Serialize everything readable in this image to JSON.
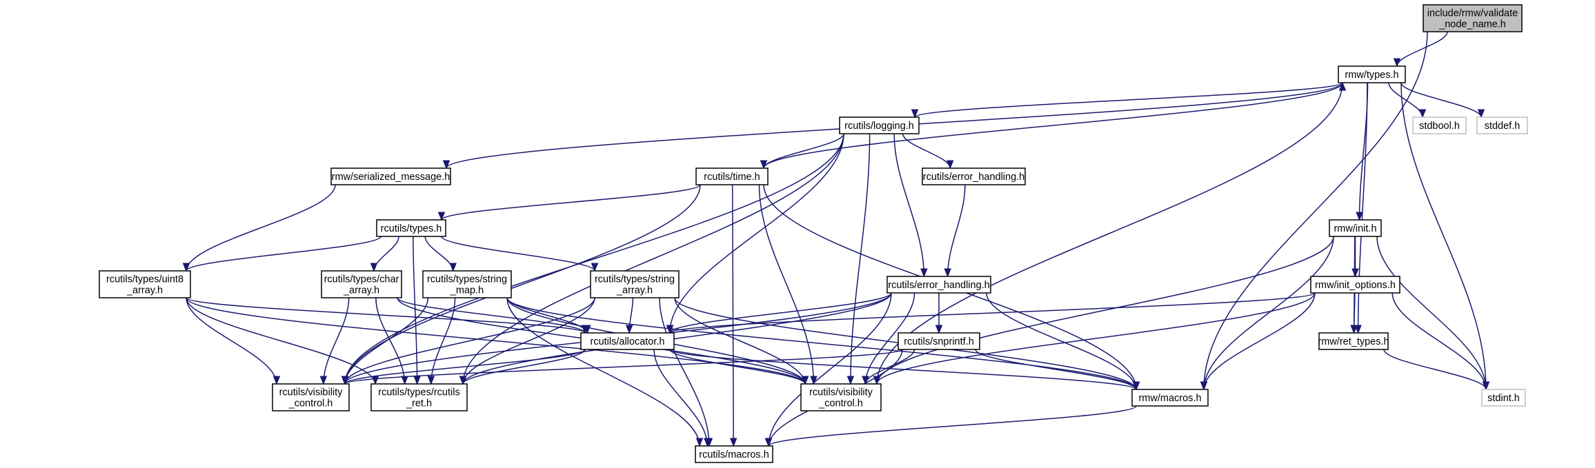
{
  "graph": {
    "nodes": [
      {
        "id": "root",
        "lines": [
          "include/rmw/validate",
          "_node_name.h"
        ],
        "kind": "root"
      },
      {
        "id": "rmw_types",
        "lines": [
          "rmw/types.h"
        ]
      },
      {
        "id": "rcutils_logging",
        "lines": [
          "rcutils/logging.h"
        ]
      },
      {
        "id": "stdbool",
        "lines": [
          "stdbool.h"
        ],
        "kind": "ext"
      },
      {
        "id": "stddef",
        "lines": [
          "stddef.h"
        ],
        "kind": "ext"
      },
      {
        "id": "rmw_serialized",
        "lines": [
          "rmw/serialized_message.h"
        ]
      },
      {
        "id": "rcutils_time",
        "lines": [
          "rcutils/time.h"
        ]
      },
      {
        "id": "rcutils_error_handling_a",
        "lines": [
          "rcutils/error_handling.h"
        ]
      },
      {
        "id": "rcutils_types",
        "lines": [
          "rcutils/types.h"
        ]
      },
      {
        "id": "rmw_init",
        "lines": [
          "rmw/init.h"
        ]
      },
      {
        "id": "uint8",
        "lines": [
          "rcutils/types/uint8",
          "_array.h"
        ]
      },
      {
        "id": "char_array",
        "lines": [
          "rcutils/types/char",
          "_array.h"
        ]
      },
      {
        "id": "string_map",
        "lines": [
          "rcutils/types/string",
          "_map.h"
        ]
      },
      {
        "id": "string_array",
        "lines": [
          "rcutils/types/string",
          "_array.h"
        ]
      },
      {
        "id": "rcutils_error_handling_b",
        "lines": [
          "rcutils/error_handling.h"
        ]
      },
      {
        "id": "rmw_init_options",
        "lines": [
          "rmw/init_options.h"
        ]
      },
      {
        "id": "allocator",
        "lines": [
          "rcutils/allocator.h"
        ]
      },
      {
        "id": "snprintf",
        "lines": [
          "rcutils/snprintf.h"
        ]
      },
      {
        "id": "rmw_ret_types",
        "lines": [
          "rmw/ret_types.h"
        ]
      },
      {
        "id": "vis_a",
        "lines": [
          "rcutils/visibility",
          "_control.h"
        ]
      },
      {
        "id": "rcutils_ret",
        "lines": [
          "rcutils/types/rcutils",
          "_ret.h"
        ]
      },
      {
        "id": "vis_b",
        "lines": [
          "rcutils/visibility",
          "_control.h"
        ]
      },
      {
        "id": "rmw_macros",
        "lines": [
          "rmw/macros.h"
        ]
      },
      {
        "id": "stdint",
        "lines": [
          "stdint.h"
        ],
        "kind": "ext"
      },
      {
        "id": "rcutils_macros",
        "lines": [
          "rcutils/macros.h"
        ]
      }
    ],
    "edges": [
      [
        "root",
        "rmw_types"
      ],
      [
        "root",
        "rmw_macros"
      ],
      [
        "rmw_types",
        "rcutils_logging"
      ],
      [
        "rmw_types",
        "stdbool"
      ],
      [
        "rmw_types",
        "stddef"
      ],
      [
        "rmw_types",
        "rmw_serialized"
      ],
      [
        "rmw_types",
        "rmw_init"
      ],
      [
        "rmw_types",
        "rmw_ret_types"
      ],
      [
        "rmw_types",
        "stdint"
      ],
      [
        "rmw_types",
        "vis_b"
      ],
      [
        "rcutils_logging",
        "rcutils_time"
      ],
      [
        "rcutils_logging",
        "rcutils_error_handling_a"
      ],
      [
        "rcutils_logging",
        "rcutils_error_handling_b"
      ],
      [
        "rcutils_logging",
        "allocator"
      ],
      [
        "rcutils_logging",
        "vis_a"
      ],
      [
        "rcutils_logging",
        "vis_b"
      ],
      [
        "rcutils_logging",
        "rcutils_ret"
      ],
      [
        "rcutils_time",
        "rmw_types"
      ],
      [
        "rcutils_time",
        "rcutils_types"
      ],
      [
        "rcutils_time",
        "rmw_macros"
      ],
      [
        "rcutils_time",
        "vis_b"
      ],
      [
        "rcutils_time",
        "vis_a"
      ],
      [
        "rcutils_time",
        "rcutils_macros"
      ],
      [
        "rmw_serialized",
        "uint8"
      ],
      [
        "rcutils_error_handling_a",
        "rcutils_error_handling_b"
      ],
      [
        "rcutils_types",
        "uint8"
      ],
      [
        "rcutils_types",
        "char_array"
      ],
      [
        "rcutils_types",
        "string_map"
      ],
      [
        "rcutils_types",
        "string_array"
      ],
      [
        "rcutils_types",
        "rcutils_ret"
      ],
      [
        "uint8",
        "allocator"
      ],
      [
        "uint8",
        "vis_a"
      ],
      [
        "uint8",
        "rcutils_ret"
      ],
      [
        "uint8",
        "vis_b"
      ],
      [
        "char_array",
        "allocator"
      ],
      [
        "char_array",
        "vis_a"
      ],
      [
        "char_array",
        "rcutils_ret"
      ],
      [
        "char_array",
        "vis_b"
      ],
      [
        "string_map",
        "allocator"
      ],
      [
        "string_map",
        "rcutils_ret"
      ],
      [
        "string_map",
        "vis_b"
      ],
      [
        "string_map",
        "vis_a"
      ],
      [
        "string_map",
        "rcutils_macros"
      ],
      [
        "string_map",
        "rmw_macros"
      ],
      [
        "string_array",
        "allocator"
      ],
      [
        "string_array",
        "rcutils_ret"
      ],
      [
        "string_array",
        "vis_b"
      ],
      [
        "string_array",
        "vis_a"
      ],
      [
        "string_array",
        "rcutils_macros"
      ],
      [
        "string_array",
        "rmw_macros"
      ],
      [
        "rcutils_error_handling_b",
        "snprintf"
      ],
      [
        "rcutils_error_handling_b",
        "allocator"
      ],
      [
        "rcutils_error_handling_b",
        "vis_b"
      ],
      [
        "rcutils_error_handling_b",
        "rcutils_ret"
      ],
      [
        "rcutils_error_handling_b",
        "vis_a"
      ],
      [
        "rcutils_error_handling_b",
        "rmw_macros"
      ],
      [
        "rcutils_error_handling_b",
        "rcutils_macros"
      ],
      [
        "allocator",
        "vis_a"
      ],
      [
        "allocator",
        "rcutils_ret"
      ],
      [
        "allocator",
        "vis_b"
      ],
      [
        "allocator",
        "rcutils_macros"
      ],
      [
        "allocator",
        "rmw_macros"
      ],
      [
        "snprintf",
        "vis_a"
      ],
      [
        "snprintf",
        "vis_b"
      ],
      [
        "snprintf",
        "rcutils_macros"
      ],
      [
        "snprintf",
        "rmw_macros"
      ],
      [
        "rmw_init",
        "rmw_init_options"
      ],
      [
        "rmw_init",
        "rmw_ret_types"
      ],
      [
        "rmw_init",
        "rmw_macros"
      ],
      [
        "rmw_init",
        "vis_b"
      ],
      [
        "rmw_init",
        "stdint"
      ],
      [
        "rmw_init_options",
        "allocator"
      ],
      [
        "rmw_init_options",
        "rmw_ret_types"
      ],
      [
        "rmw_init_options",
        "rmw_macros"
      ],
      [
        "rmw_init_options",
        "vis_b"
      ],
      [
        "rmw_init_options",
        "stdint"
      ],
      [
        "rmw_ret_types",
        "stdint"
      ],
      [
        "rmw_macros",
        "rcutils_macros"
      ]
    ]
  },
  "colors": {
    "edge": "#191970",
    "root_fill": "#bfbfbf",
    "ext_border": "#bfbfbf",
    "border": "#000000"
  }
}
